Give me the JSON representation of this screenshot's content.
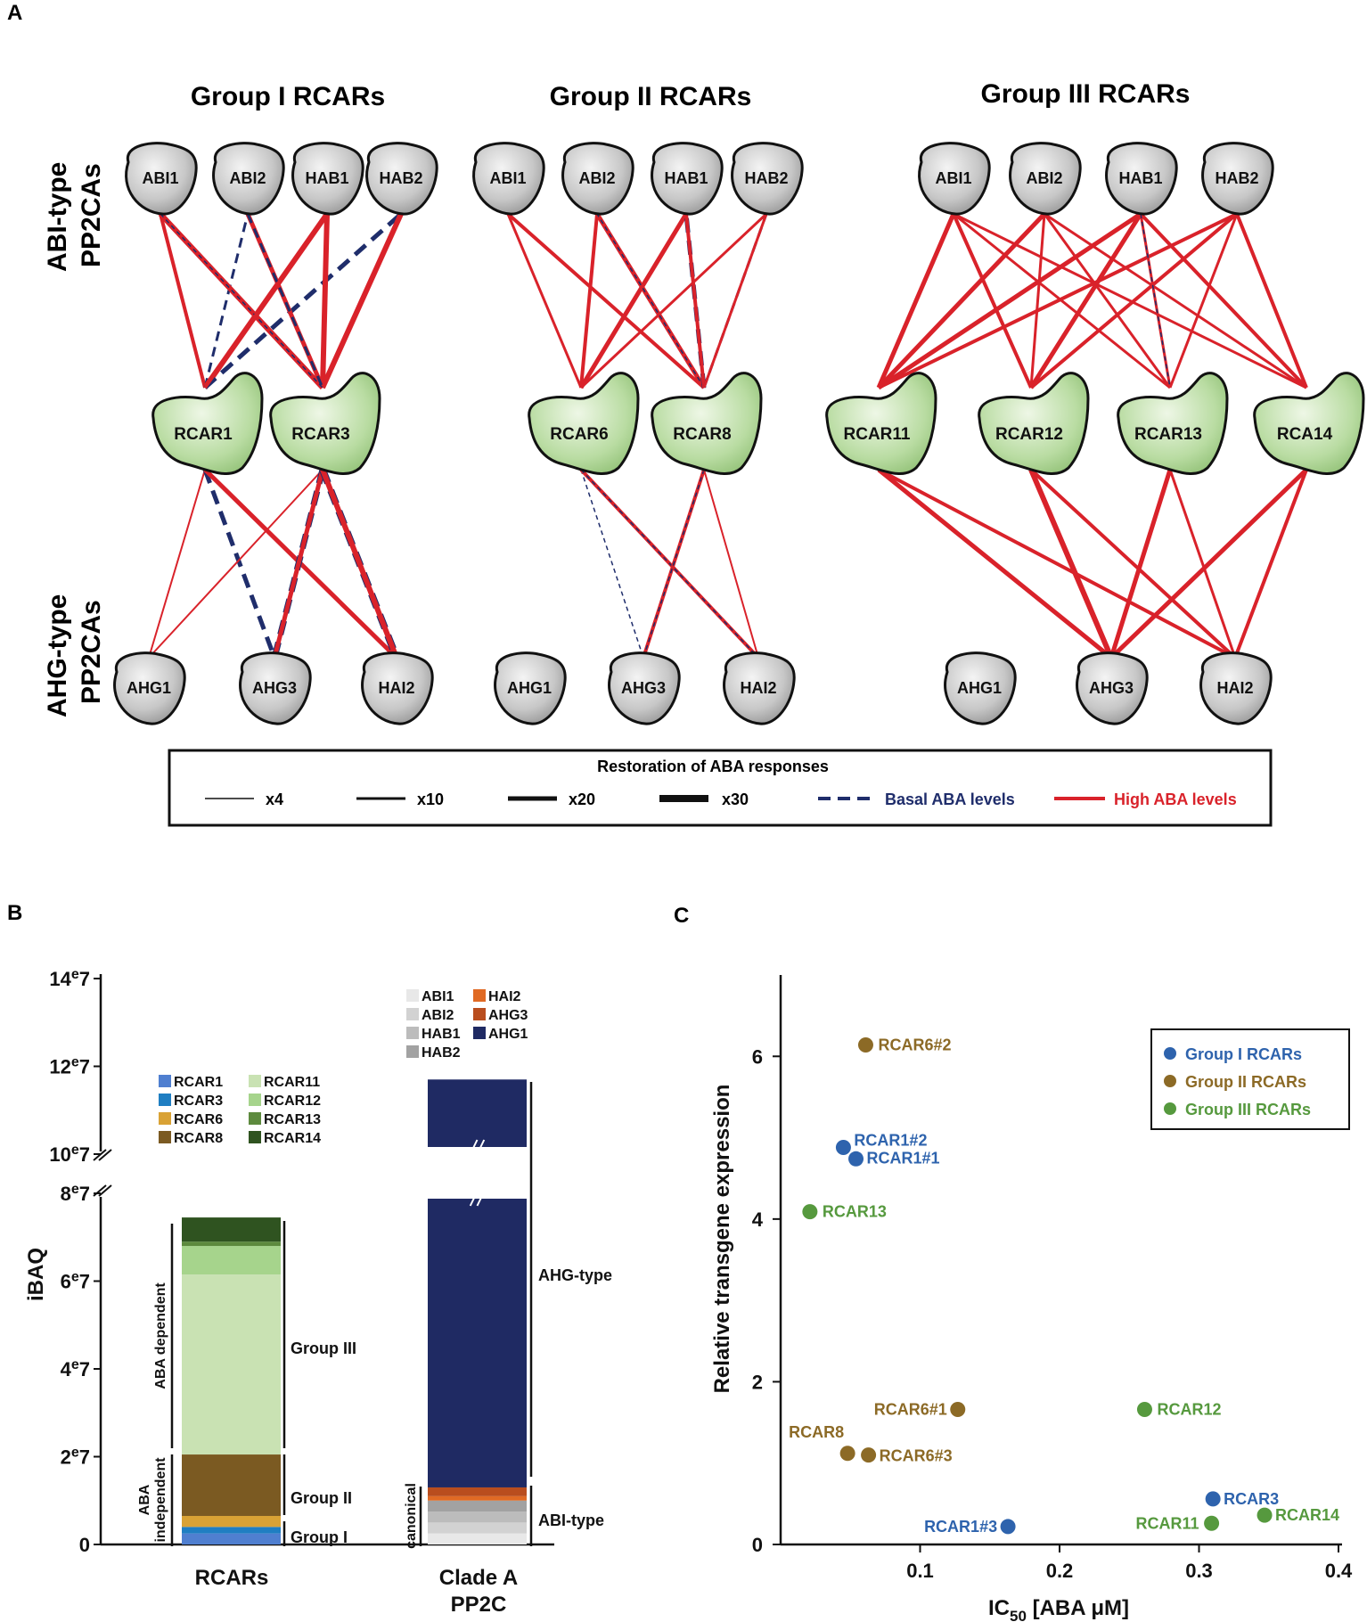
{
  "panels": {
    "a": "A",
    "b": "B",
    "c": "C"
  },
  "panelA": {
    "groups": [
      {
        "key": "g1",
        "title": "Group I RCARs",
        "top": [
          "ABI1",
          "ABI2",
          "HAB1",
          "HAB2"
        ],
        "mid": [
          "RCAR1",
          "RCAR3"
        ],
        "bottom": [
          "AHG1",
          "AHG3",
          "HAI2"
        ]
      },
      {
        "key": "g2",
        "title": "Group II RCARs",
        "top": [
          "ABI1",
          "ABI2",
          "HAB1",
          "HAB2"
        ],
        "mid": [
          "RCAR6",
          "RCAR8"
        ],
        "bottom": [
          "AHG1",
          "AHG3",
          "HAI2"
        ]
      },
      {
        "key": "g3",
        "title": "Group III RCARs",
        "top": [
          "ABI1",
          "ABI2",
          "HAB1",
          "HAB2"
        ],
        "mid": [
          "RCAR11",
          "RCAR12",
          "RCAR13",
          "RCA14"
        ],
        "bottom": [
          "AHG1",
          "AHG3",
          "HAI2"
        ]
      }
    ],
    "row_labels": {
      "top": [
        "ABI-type",
        "PP2CAs"
      ],
      "bottom": [
        "AHG-type",
        "PP2CAs"
      ]
    },
    "legend": {
      "title": "Restoration of ABA responses",
      "widths": [
        {
          "label": "x4",
          "w": 1.5
        },
        {
          "label": "x10",
          "w": 3
        },
        {
          "label": "x20",
          "w": 5
        },
        {
          "label": "x30",
          "w": 8
        }
      ],
      "basal": "Basal ABA levels",
      "high": "High ABA levels",
      "colors": {
        "high": "#d9222a",
        "basal": "#1f2d6b"
      }
    },
    "edges": {
      "g1": [
        {
          "from": "RCAR1",
          "to": "ABI1",
          "c": "r",
          "w": 4
        },
        {
          "from": "RCAR1",
          "to": "ABI2",
          "c": "b",
          "w": 3
        },
        {
          "from": "RCAR1",
          "to": "HAB1",
          "c": "r",
          "w": 6
        },
        {
          "from": "RCAR1",
          "to": "HAB2",
          "c": "b",
          "w": 5
        },
        {
          "from": "RCAR3",
          "to": "ABI1",
          "c": "r",
          "w": 6
        },
        {
          "from": "RCAR3",
          "to": "ABI1",
          "c": "r",
          "w": 1.5
        },
        {
          "from": "RCAR3",
          "to": "ABI2",
          "c": "r",
          "w": 5
        },
        {
          "from": "RCAR3",
          "to": "HAB1",
          "c": "r",
          "w": 6
        },
        {
          "from": "RCAR3",
          "to": "HAB1",
          "c": "r",
          "w": 4,
          "dash": 1
        },
        {
          "from": "RCAR3",
          "to": "HAB2",
          "c": "b",
          "w": 5
        },
        {
          "from": "RCAR3",
          "to": "HAB2",
          "c": "r",
          "w": 6
        },
        {
          "from": "ABI1",
          "to": "RCAR3",
          "c": "b",
          "w": 1.5,
          "dash": 1
        },
        {
          "from": "ABI2",
          "to": "RCAR3",
          "c": "b",
          "w": 3
        },
        {
          "from": "HAB1",
          "to": "RCAR1",
          "c": "r",
          "w": 4
        },
        {
          "from": "RCAR1",
          "to": "AHG1",
          "c": "r",
          "w": 2
        },
        {
          "from": "RCAR1",
          "to": "AHG3",
          "c": "b",
          "w": 5
        },
        {
          "from": "RCAR1",
          "to": "HAI2",
          "c": "b",
          "w": 4
        },
        {
          "from": "RCAR1",
          "to": "HAI2",
          "c": "r",
          "w": 5
        },
        {
          "from": "RCAR3",
          "to": "AHG1",
          "c": "r",
          "w": 2
        },
        {
          "from": "RCAR3",
          "to": "AHG3",
          "c": "b",
          "w": 7
        },
        {
          "from": "RCAR3",
          "to": "AHG3",
          "c": "r",
          "w": 5
        },
        {
          "from": "RCAR3",
          "to": "HAI2",
          "c": "b",
          "w": 8
        },
        {
          "from": "RCAR3",
          "to": "HAI2",
          "c": "r",
          "w": 6
        }
      ],
      "g2": [
        {
          "from": "RCAR6",
          "to": "ABI1",
          "c": "r",
          "w": 3
        },
        {
          "from": "RCAR6",
          "to": "ABI2",
          "c": "r",
          "w": 4
        },
        {
          "from": "RCAR6",
          "to": "HAB1",
          "c": "r",
          "w": 5
        },
        {
          "from": "RCAR6",
          "to": "HAB2",
          "c": "b",
          "w": 1.5
        },
        {
          "from": "RCAR6",
          "to": "HAB2",
          "c": "r",
          "w": 3
        },
        {
          "from": "RCAR8",
          "to": "ABI1",
          "c": "r",
          "w": 4
        },
        {
          "from": "RCAR8",
          "to": "ABI2",
          "c": "r",
          "w": 5
        },
        {
          "from": "RCAR8",
          "to": "ABI2",
          "c": "b",
          "w": 1.5
        },
        {
          "from": "RCAR8",
          "to": "HAB1",
          "c": "b",
          "w": 5
        },
        {
          "from": "RCAR8",
          "to": "HAB1",
          "c": "r",
          "w": 4
        },
        {
          "from": "RCAR8",
          "to": "HAB2",
          "c": "b",
          "w": 3
        },
        {
          "from": "RCAR8",
          "to": "HAB2",
          "c": "r",
          "w": 3
        },
        {
          "from": "RCAR6",
          "to": "AHG3",
          "c": "b",
          "w": 1.5
        },
        {
          "from": "RCAR6",
          "to": "HAI2",
          "c": "r",
          "w": 4
        },
        {
          "from": "RCAR6",
          "to": "HAI2",
          "c": "b",
          "w": 1.5
        },
        {
          "from": "RCAR8",
          "to": "AHG3",
          "c": "r",
          "w": 4
        },
        {
          "from": "RCAR8",
          "to": "AHG3",
          "c": "b",
          "w": 1.5
        },
        {
          "from": "RCAR8",
          "to": "HAI2",
          "c": "r",
          "w": 2
        }
      ],
      "g3": [
        {
          "from": "RCAR11",
          "to": "ABI1",
          "c": "r",
          "w": 5
        },
        {
          "from": "RCAR11",
          "to": "ABI2",
          "c": "r",
          "w": 5
        },
        {
          "from": "RCAR11",
          "to": "HAB1",
          "c": "r",
          "w": 5
        },
        {
          "from": "RCAR11",
          "to": "HAB2",
          "c": "r",
          "w": 4
        },
        {
          "from": "RCAR12",
          "to": "ABI1",
          "c": "r",
          "w": 4
        },
        {
          "from": "RCAR12",
          "to": "ABI2",
          "c": "r",
          "w": 3
        },
        {
          "from": "RCAR12",
          "to": "HAB1",
          "c": "r",
          "w": 5
        },
        {
          "from": "RCAR12",
          "to": "HAB2",
          "c": "r",
          "w": 4
        },
        {
          "from": "RCAR13",
          "to": "ABI1",
          "c": "r",
          "w": 3
        },
        {
          "from": "RCAR13",
          "to": "ABI2",
          "c": "r",
          "w": 3
        },
        {
          "from": "RCAR13",
          "to": "HAB1",
          "c": "r",
          "w": 3
        },
        {
          "from": "RCAR13",
          "to": "HAB2",
          "c": "r",
          "w": 3
        },
        {
          "from": "RCA14",
          "to": "ABI1",
          "c": "r",
          "w": 3
        },
        {
          "from": "RCA14",
          "to": "ABI2",
          "c": "r",
          "w": 3
        },
        {
          "from": "RCA14",
          "to": "HAB1",
          "c": "r",
          "w": 4
        },
        {
          "from": "RCA14",
          "to": "HAB2",
          "c": "r",
          "w": 4
        },
        {
          "from": "HAB1",
          "to": "RCAR13",
          "c": "b",
          "w": 1.5,
          "dash": 1
        },
        {
          "from": "RCAR11",
          "to": "AHG3",
          "c": "r",
          "w": 5
        },
        {
          "from": "RCAR11",
          "to": "HAI2",
          "c": "r",
          "w": 4
        },
        {
          "from": "RCAR12",
          "to": "AHG3",
          "c": "r",
          "w": 6
        },
        {
          "from": "RCAR12",
          "to": "HAI2",
          "c": "r",
          "w": 4
        },
        {
          "from": "RCAR13",
          "to": "AHG3",
          "c": "b",
          "w": 1.5
        },
        {
          "from": "RCAR13",
          "to": "AHG3",
          "c": "r",
          "w": 5
        },
        {
          "from": "RCAR13",
          "to": "HAI2",
          "c": "r",
          "w": 3
        },
        {
          "from": "RCA14",
          "to": "AHG3",
          "c": "r",
          "w": 5
        },
        {
          "from": "RCA14",
          "to": "HAI2",
          "c": "r",
          "w": 4
        }
      ]
    }
  },
  "chart_data": [
    {
      "type": "bar",
      "panel": "B",
      "ylabel": "iBAQ",
      "y_ticks": [
        "0",
        "2e7",
        "4e7",
        "6e7",
        "8e7",
        "10e7",
        "12e7",
        "14e7"
      ],
      "broken_axis": [
        80000000.0,
        100000000.0
      ],
      "categories": [
        "RCARs",
        "Clade A PP2C"
      ],
      "stacks": {
        "RCARs": [
          {
            "name": "RCAR1",
            "value": 2500000.0,
            "color": "#4f7fd0"
          },
          {
            "name": "RCAR3",
            "value": 1500000.0,
            "color": "#1f7ec2"
          },
          {
            "name": "RCAR6",
            "value": 2500000.0,
            "color": "#d9a235"
          },
          {
            "name": "RCAR8",
            "value": 14000000.0,
            "color": "#7b5a22"
          },
          {
            "name": "RCAR11",
            "value": 41000000.0,
            "color": "#c9e2b3"
          },
          {
            "name": "RCAR12",
            "value": 6500000.0,
            "color": "#a6d48c"
          },
          {
            "name": "RCAR13",
            "value": 1000000.0,
            "color": "#5d8a3e"
          },
          {
            "name": "RCAR14",
            "value": 5500000.0,
            "color": "#2f5320"
          }
        ],
        "Clade A PP2C": [
          {
            "name": "ABI1",
            "value": 2500000.0,
            "color": "#e8e8e8"
          },
          {
            "name": "ABI2",
            "value": 2500000.0,
            "color": "#d2d2d2"
          },
          {
            "name": "HAB1",
            "value": 2500000.0,
            "color": "#bcbcbc"
          },
          {
            "name": "HAB2",
            "value": 2500000.0,
            "color": "#a2a2a2"
          },
          {
            "name": "HAI2",
            "value": 1000000.0,
            "color": "#e06a24"
          },
          {
            "name": "AHG3",
            "value": 2000000.0,
            "color": "#b94d1e"
          },
          {
            "name": "AHG1",
            "value": 104000000.0,
            "color": "#1f2a63"
          }
        ]
      },
      "legend_rcar": [
        "RCAR1",
        "RCAR11",
        "RCAR3",
        "RCAR12",
        "RCAR6",
        "RCAR13",
        "RCAR8",
        "RCAR14"
      ],
      "legend_pp2c": [
        "ABI1",
        "HAI2",
        "ABI2",
        "AHG3",
        "HAB1",
        "AHG1",
        "HAB2"
      ],
      "brackets": {
        "group3": "Group III",
        "group2": "Group II",
        "group1": "Group I",
        "aba_dependent": "ABA dependent",
        "aba_independent": [
          "ABA",
          "independent"
        ],
        "ahg_type": "AHG-type",
        "abi_type": "ABI-type",
        "canonical": "canonical"
      },
      "xlabels": {
        "rcars": "RCARs",
        "pp2c": [
          "Clade A",
          "PP2C"
        ]
      }
    },
    {
      "type": "scatter",
      "panel": "C",
      "xlabel_main": "IC",
      "xlabel_sub": "50",
      "xlabel_rest": " [ABA μM]",
      "ylabel": "Relative transgene expression",
      "xlim": [
        0,
        0.4
      ],
      "ylim": [
        0,
        7
      ],
      "x_ticks": [
        "0.1",
        "0.2",
        "0.3",
        "0.4"
      ],
      "y_ticks": [
        "0",
        "2",
        "4",
        "6"
      ],
      "series": [
        {
          "name": "Group I RCARs",
          "color": "#2e63ad",
          "points": [
            {
              "label": "RCAR1#2",
              "x": 0.045,
              "y": 4.88
            },
            {
              "label": "RCAR1#1",
              "x": 0.054,
              "y": 4.74
            },
            {
              "label": "RCAR1#3",
              "x": 0.163,
              "y": 0.22
            },
            {
              "label": "RCAR3",
              "x": 0.31,
              "y": 0.56
            }
          ]
        },
        {
          "name": "Group II RCARs",
          "color": "#8c6a26",
          "points": [
            {
              "label": "RCAR6#2",
              "x": 0.061,
              "y": 6.14
            },
            {
              "label": "RCAR6#1",
              "x": 0.127,
              "y": 1.66
            },
            {
              "label": "RCAR8",
              "x": 0.048,
              "y": 1.12
            },
            {
              "label": "RCAR6#3",
              "x": 0.063,
              "y": 1.1
            }
          ]
        },
        {
          "name": "Group III RCARs",
          "color": "#56993e",
          "points": [
            {
              "label": "RCAR13",
              "x": 0.021,
              "y": 4.09
            },
            {
              "label": "RCAR12",
              "x": 0.261,
              "y": 1.66
            },
            {
              "label": "RCAR11",
              "x": 0.309,
              "y": 0.26
            },
            {
              "label": "RCAR14",
              "x": 0.347,
              "y": 0.36
            }
          ]
        }
      ]
    }
  ]
}
